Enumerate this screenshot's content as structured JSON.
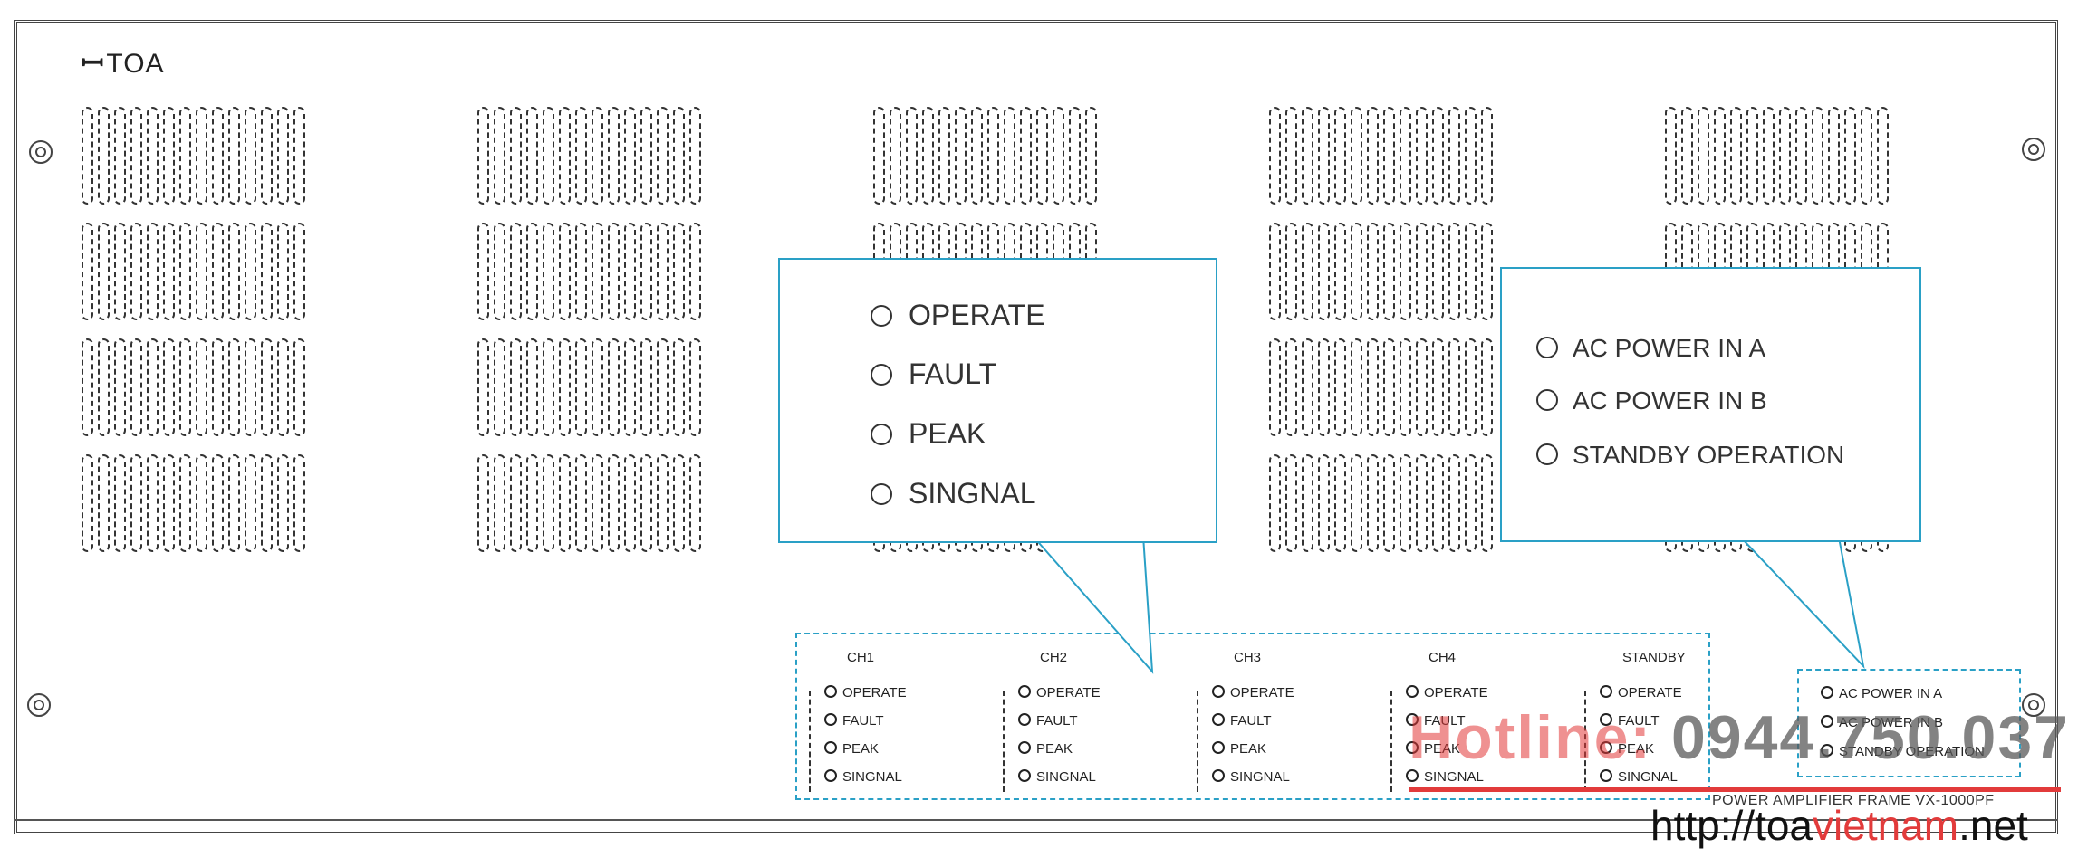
{
  "brand": {
    "name": "TOA"
  },
  "channels": [
    {
      "name": "CH1",
      "leds": [
        "OPERATE",
        "FAULT",
        "PEAK",
        "SINGNAL"
      ]
    },
    {
      "name": "CH2",
      "leds": [
        "OPERATE",
        "FAULT",
        "PEAK",
        "SINGNAL"
      ]
    },
    {
      "name": "CH3",
      "leds": [
        "OPERATE",
        "FAULT",
        "PEAK",
        "SINGNAL"
      ]
    },
    {
      "name": "CH4",
      "leds": [
        "OPERATE",
        "FAULT",
        "PEAK",
        "SINGNAL"
      ]
    },
    {
      "name": "STANDBY",
      "leds": [
        "OPERATE",
        "FAULT",
        "PEAK",
        "SINGNAL"
      ]
    }
  ],
  "power_panel": {
    "leds": [
      "AC POWER IN A",
      "AC POWER IN B",
      "STANDBY OPERATION"
    ]
  },
  "callout_channel": {
    "items": [
      "OPERATE",
      "FAULT",
      "PEAK",
      "SINGNAL"
    ]
  },
  "callout_power": {
    "items": [
      "AC POWER IN A",
      "AC POWER IN B",
      "STANDBY OPERATION"
    ]
  },
  "frame_label": "POWER AMPLIFIER FRAME VX-1000PF",
  "watermark": {
    "hotline_label": "Hotline:",
    "hotline_number": "0944.750.037",
    "website_prefix": "http://toa",
    "website_accent": "vietnam",
    "website_suffix": ".net"
  },
  "colors": {
    "callout_border": "#2aa0c6",
    "accent_red": "#e23b3b"
  }
}
